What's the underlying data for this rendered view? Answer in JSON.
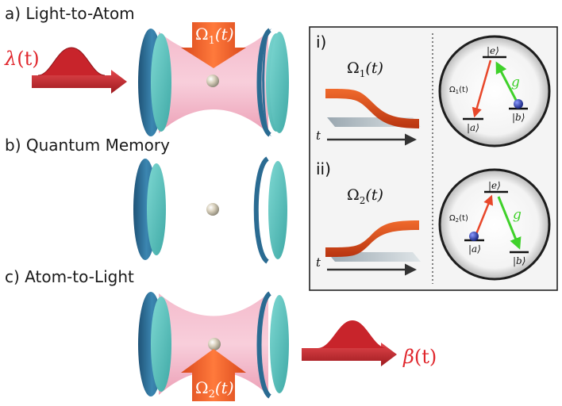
{
  "sections": {
    "a": {
      "label": "a) Light-to-Atom"
    },
    "b": {
      "label": "b) Quantum Memory"
    },
    "c": {
      "label": "c) Atom-to-Light"
    }
  },
  "input_pulse": {
    "symbol": "λ",
    "arg": "(t)"
  },
  "output_pulse": {
    "symbol": "β",
    "arg": "(t)"
  },
  "control_a": {
    "symbol": "Ω",
    "sub": "1",
    "arg": "(t)"
  },
  "control_c": {
    "symbol": "Ω",
    "sub": "2",
    "arg": "(t)"
  },
  "inset": {
    "panel_i": {
      "label": "i)",
      "omega": {
        "symbol": "Ω",
        "sub": "1",
        "arg": "(t)"
      },
      "time_axis": "t",
      "levels": {
        "e": "|e⟩",
        "a": "|a⟩",
        "b": "|b⟩"
      },
      "laser": {
        "symbol": "Ω",
        "sub": "1",
        "arg": "(t)"
      },
      "coupling": "g"
    },
    "panel_ii": {
      "label": "ii)",
      "omega": {
        "symbol": "Ω",
        "sub": "2",
        "arg": "(t)"
      },
      "time_axis": "t",
      "levels": {
        "e": "|e⟩",
        "a": "|a⟩",
        "b": "|b⟩"
      },
      "laser": {
        "symbol": "Ω",
        "sub": "2",
        "arg": "(t)"
      },
      "coupling": "g"
    }
  },
  "colors": {
    "mirror_rim": "#2f6f97",
    "mirror_face": "#5cc2bd",
    "cavity_mode": "#f2a7bd",
    "input_arrow": "#c8242b",
    "control_arrow": "#ef5a24",
    "laser_line": "#e8472a",
    "coupling_line": "#3fd12a",
    "atom": "#cfc7b2",
    "atom_blue": "#2233a8"
  }
}
